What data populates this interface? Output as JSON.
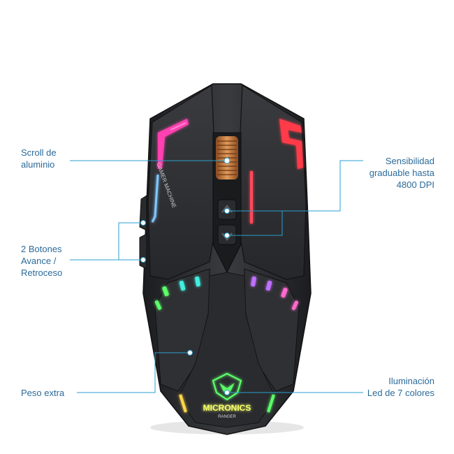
{
  "callouts": {
    "scroll": [
      "Scroll de",
      "aluminio"
    ],
    "dpi": [
      "Sensibilidad",
      "graduable hasta",
      "4800 DPI"
    ],
    "side_buttons": [
      "2 Botones",
      "Avance /",
      "Retroceso"
    ],
    "weight": [
      "Peso extra"
    ],
    "lighting": [
      "Iluminación",
      "Led de 7 colores"
    ]
  },
  "mouse": {
    "side_text": "GAMER MACHINE",
    "brand": "MICRONICS",
    "model": "RANGER"
  },
  "colors": {
    "callout_line": "#2a9fd0",
    "label_text": "#2b6a9a",
    "mouse_body": "#2c2d30",
    "led_magenta": "#ff3fb0",
    "led_red": "#ff3a4a",
    "led_cyan": "#3ff0e0",
    "led_purple": "#c070ff",
    "led_green": "#5cff6a"
  }
}
